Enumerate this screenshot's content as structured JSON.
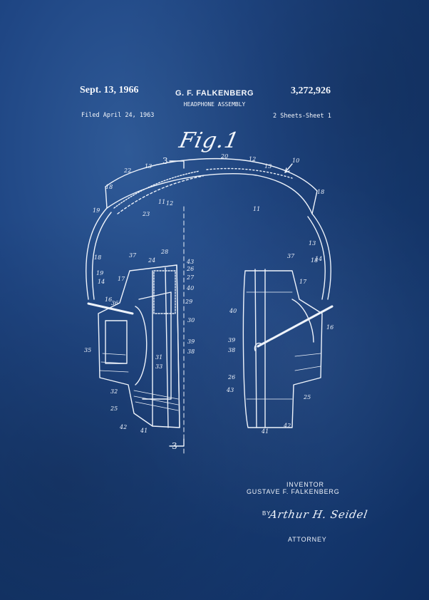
{
  "header": {
    "date": "Sept. 13, 1966",
    "inventor": "G. F. FALKENBERG",
    "patent_number": "3,272,926",
    "title": "HEADPHONE ASSEMBLY",
    "filed": "Filed April 24, 1963",
    "sheets": "2 Sheets-Sheet 1"
  },
  "figure": {
    "label": "Fig.1",
    "section_labels": [
      "3",
      "3"
    ],
    "reference_numerals": [
      "10",
      "12",
      "12",
      "13",
      "13",
      "13",
      "14",
      "14",
      "16",
      "16",
      "17",
      "17",
      "18",
      "18",
      "18",
      "18",
      "19",
      "19",
      "20",
      "22",
      "23",
      "24",
      "25",
      "25",
      "26",
      "26",
      "27",
      "28",
      "29",
      "30",
      "31",
      "32",
      "33",
      "35",
      "36",
      "37",
      "37",
      "38",
      "38",
      "39",
      "39",
      "40",
      "40",
      "41",
      "41",
      "42",
      "42",
      "43",
      "43",
      "11",
      "11"
    ]
  },
  "footer": {
    "inventor_label": "INVENTOR",
    "inventor_name": "GUSTAVE F. FALKENBERG",
    "by": "BY",
    "signature": "Arthur H. Seidel",
    "attorney": "ATTORNEY"
  }
}
